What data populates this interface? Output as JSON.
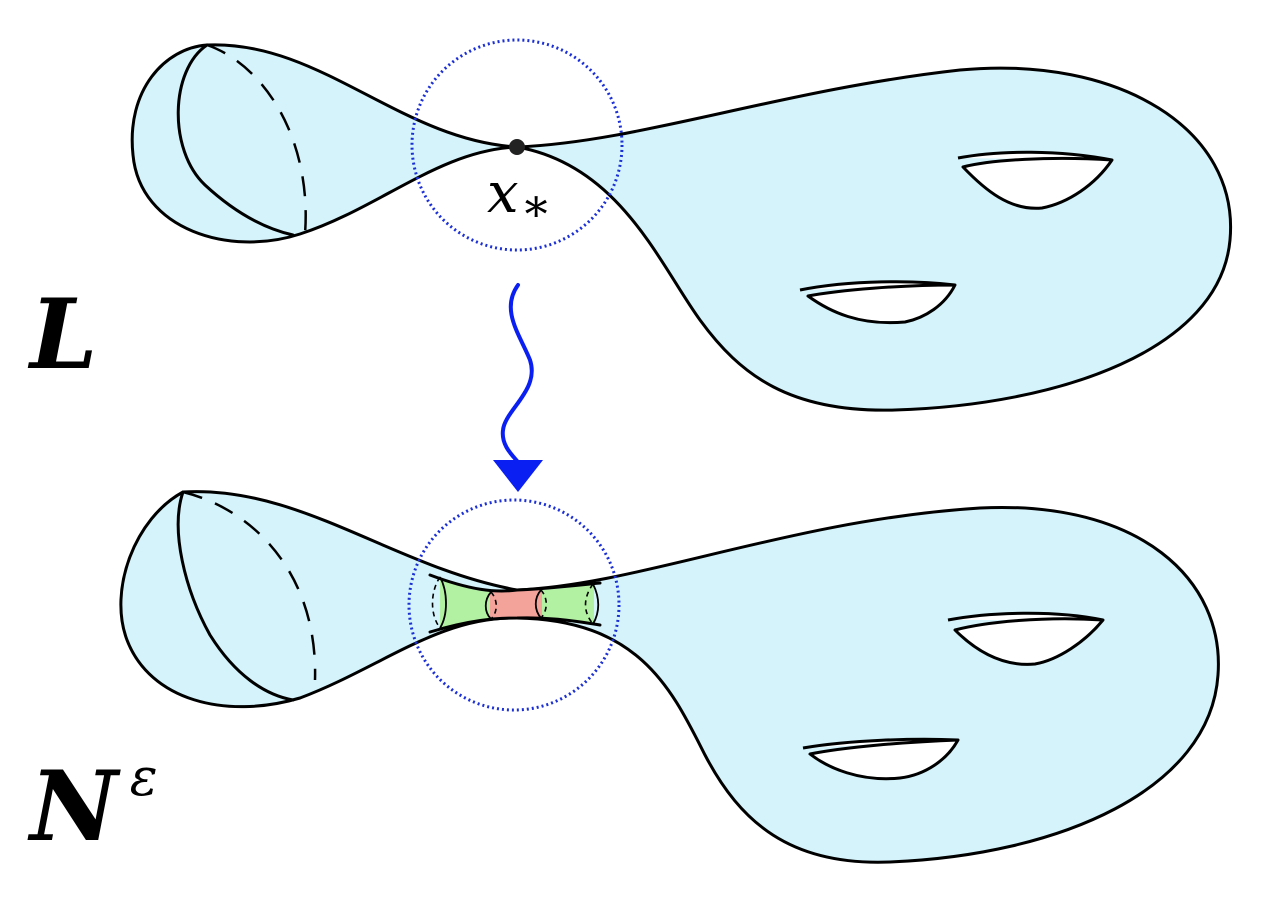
{
  "labels": {
    "top_surface": "L",
    "bottom_surface_base": "N",
    "bottom_surface_superscript": "ε",
    "point_base": "x",
    "point_subscript": "*"
  },
  "colors": {
    "surface_fill": "#d4f3fb",
    "neck_green": "#b2f0a2",
    "neck_red": "#f4a39a",
    "circle_blue": "#1b2fd6",
    "arrow_blue": "#0a1ff2"
  }
}
